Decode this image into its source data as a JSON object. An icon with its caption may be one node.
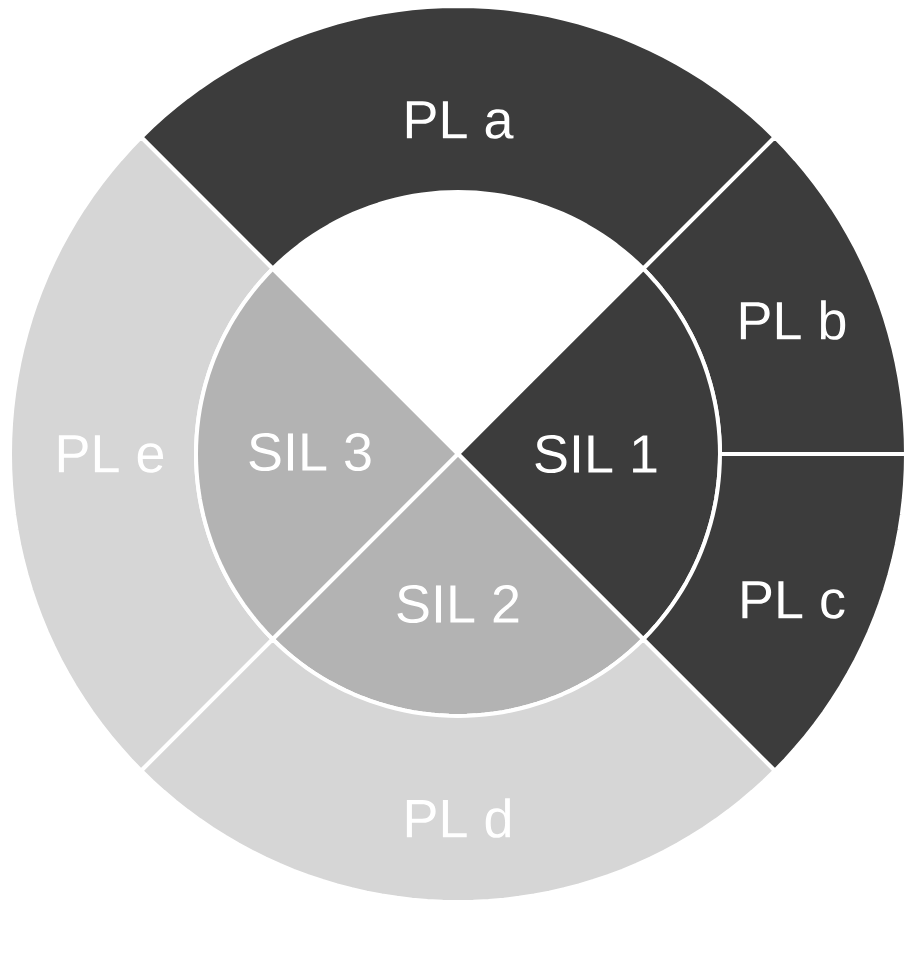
{
  "diagram": {
    "nodes": [
      {
        "text": [
          "PL a"
        ]
      },
      {
        "text": [
          "PL b"
        ]
      },
      {
        "text": [
          "PL e"
        ]
      },
      {
        "text": [
          "SIL 3"
        ]
      },
      {
        "text": [
          "SIL 1"
        ]
      },
      {
        "text": [
          "PL c"
        ]
      },
      {
        "text": [
          "SIL 2"
        ]
      },
      {
        "text": [
          "PL d"
        ]
      }
    ]
  }
}
